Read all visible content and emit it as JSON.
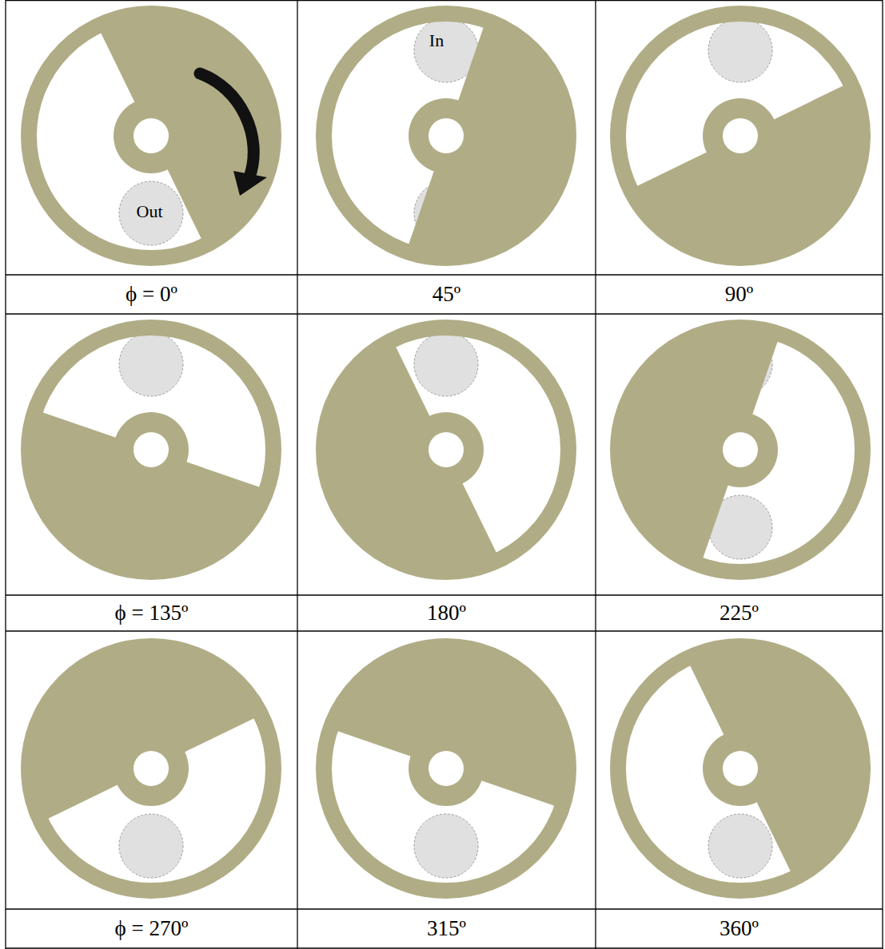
{
  "diagram": {
    "nodes": [
      {
        "text": [
          "Out"
        ]
      },
      {
        "text": [
          "In"
        ]
      }
    ],
    "labels": [
      "ϕ = 0º",
      "45º",
      "90º",
      "ϕ = 135º",
      "180º",
      "225º",
      "ϕ = 270º",
      "315º",
      "360º"
    ]
  }
}
